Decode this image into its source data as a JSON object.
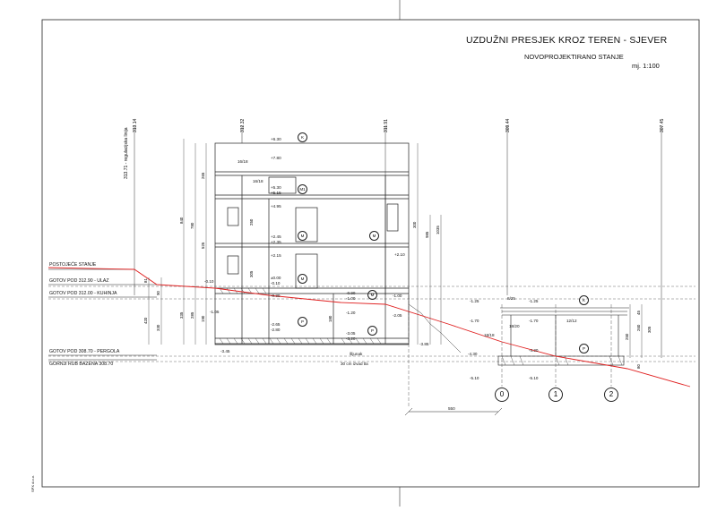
{
  "header": {
    "title": "UZDUŽNI PRESJEK KROZ TEREN - SJEVER",
    "subtitle": "NOVOPROJEKTIRANO STANJE",
    "scale": "mj. 1:100"
  },
  "left_labels": {
    "existing": "POSTOJEĆE STANJE",
    "entrance": "GOTOV POD 312.90 - ULAZ",
    "kitchen": "GOTOV POD 312.00 - KUHINJA",
    "pergola": "GOTOV POD 308.70 - PERGOLA",
    "pool_edge": "GORNJI RUB BAZENA 308.70"
  },
  "vertical_heights": {
    "h1": "313.14",
    "h1b": "313.71 - regulacijska linija",
    "h2": "312.32",
    "h3": "311.91",
    "h4": "309.44",
    "h5": "307.45"
  },
  "levels": {
    "l1": "+6.30",
    "l2": "+7.80",
    "l3": "+5.30",
    "l4": "+5.15",
    "l5": "+4.95",
    "l6": "+2.45",
    "l7": "+2.35",
    "l8": "+2.15",
    "l9": "+2.10",
    "l10": "±0.00",
    "l11": "-0.10",
    "l12": "-0.10",
    "l13": "-0.30",
    "l14": "-0.90",
    "l15": "-1.00",
    "l16": "-1.00",
    "l17": "-1.20",
    "l18": "-1.05",
    "l19": "-2.05",
    "l20": "-2.65",
    "l21": "-2.80",
    "l22": "-3.05",
    "l23": "-3.20",
    "l24": "-3.45",
    "l25": "-3.85",
    "l26": "-1.25",
    "l27": "-1.25",
    "l28": "-1.70",
    "l29": "-1.70",
    "l30": "-4.20",
    "l31": "-4.30",
    "l32": "-5.10",
    "l33": "-5.10"
  },
  "dims": {
    "d1": "840",
    "d2": "780",
    "d3": "525",
    "d4": "265",
    "d5": "250",
    "d6": "305",
    "d7": "335",
    "d8": "285",
    "d9": "190",
    "d10": "420",
    "d11": "330",
    "d12": "90",
    "d13": "81",
    "d14": "985",
    "d15": "1035",
    "d16": "300",
    "d17": "180",
    "d18": "16/18",
    "d19": "16/18",
    "d20": "8/25",
    "d21": "18/20",
    "d22": "12/12",
    "d23": "18/18",
    "d24": "550",
    "d25": "250",
    "d26": "260",
    "d27": "305",
    "d28": "80",
    "d29": "45",
    "d30": "30 cm izvad tla",
    "d31": "šljunak"
  },
  "markers": {
    "m1": "K",
    "m2": "M1",
    "m3": "M",
    "m4": "M",
    "m5": "M",
    "m6": "M",
    "m7": "P",
    "m8": "P",
    "m9": "K",
    "m10": "P"
  },
  "axes": {
    "a0": "0",
    "a1": "1",
    "a2": "2"
  },
  "footer": {
    "firm": "SPX d.o.o."
  }
}
